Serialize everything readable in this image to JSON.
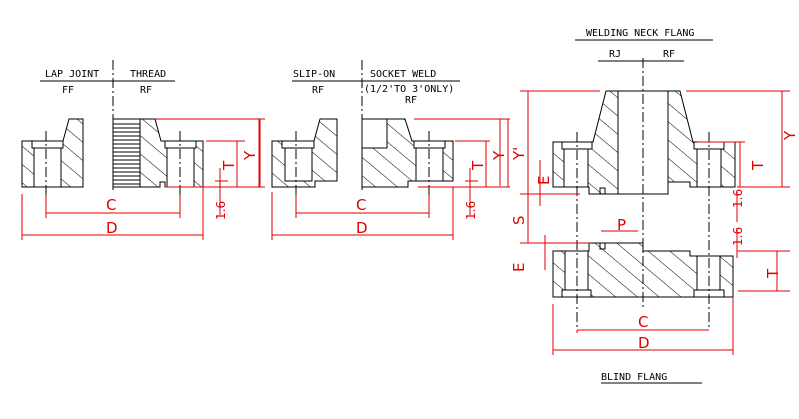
{
  "lap_thread": {
    "left_title": "LAP JOINT",
    "left_face": "FF",
    "right_title": "THREAD",
    "right_face": "RF",
    "dims": {
      "c": "C",
      "d": "D",
      "y": "Y",
      "t": "T",
      "gap": "1.6"
    }
  },
  "slip_socket": {
    "left_title": "SLIP-ON",
    "left_face": "RF",
    "right_title": "SOCKET WELD",
    "right_note": "(1/2'TO 3'ONLY)",
    "right_face": "RF",
    "dims": {
      "c": "C",
      "d": "D",
      "y": "Y",
      "t": "T",
      "gap": "1.6"
    }
  },
  "weld_blind": {
    "top_title": "WELDING NECK FLANG",
    "left_face": "RJ",
    "right_face": "RF",
    "bottom_title": "BLIND FLANG",
    "dims": {
      "y_prime": "Y'",
      "y": "Y",
      "t_top": "T",
      "e_top": "E",
      "s": "S",
      "p": "P",
      "gap_top": "1.6",
      "gap_bottom": "1.6",
      "e_bottom": "E",
      "t_bottom": "T",
      "c": "C",
      "d": "D"
    }
  },
  "colors": {
    "outline": "#000000",
    "dimension": "#e00000"
  }
}
